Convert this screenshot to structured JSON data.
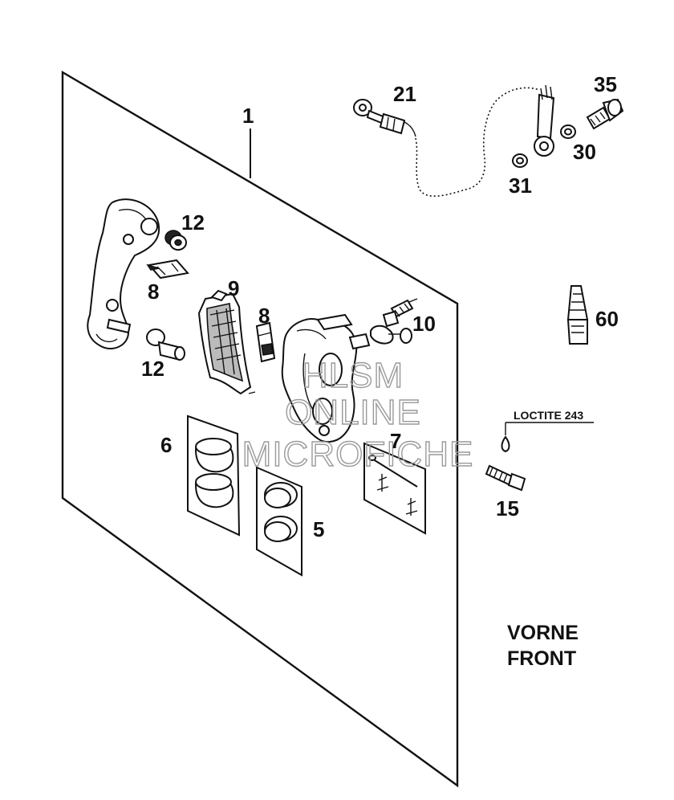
{
  "diagram": {
    "labels": {
      "p1": "1",
      "p5": "5",
      "p6": "6",
      "p7": "7",
      "p8a": "8",
      "p8b": "8",
      "p9": "9",
      "p10": "10",
      "p12a": "12",
      "p12b": "12",
      "p15": "15",
      "p21": "21",
      "p30": "30",
      "p31": "31",
      "p35": "35",
      "p60": "60"
    },
    "loctite": "LOCTITE 243",
    "front_line1": "VORNE",
    "front_line2": "FRONT",
    "watermark": [
      "HLSM",
      "ONLINE",
      "MICROFICHE"
    ]
  }
}
